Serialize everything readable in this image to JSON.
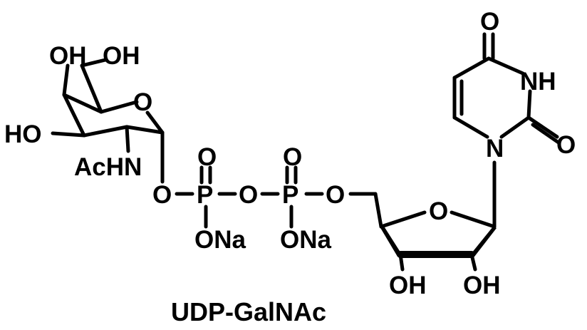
{
  "molecule": {
    "caption": "UDP-GalNAc",
    "sugar": {
      "oh_top_left": "OH",
      "oh_top_right": "OH",
      "ring_o": "O",
      "ho_left": "HO",
      "nhac": "AcHN",
      "anomeric_o": "O"
    },
    "diphosphate": {
      "p1": "P",
      "p1_double_o": "O",
      "p1_ona": "ONa",
      "bridge_o": "O",
      "p2": "P",
      "p2_double_o": "O",
      "p2_ona": "ONa",
      "ester_o": "O"
    },
    "ribose": {
      "ring_o": "O",
      "oh_left": "OH",
      "oh_right": "OH"
    },
    "uracil": {
      "o_top": "O",
      "nh": "NH",
      "o_right": "O",
      "n1": "N"
    }
  }
}
